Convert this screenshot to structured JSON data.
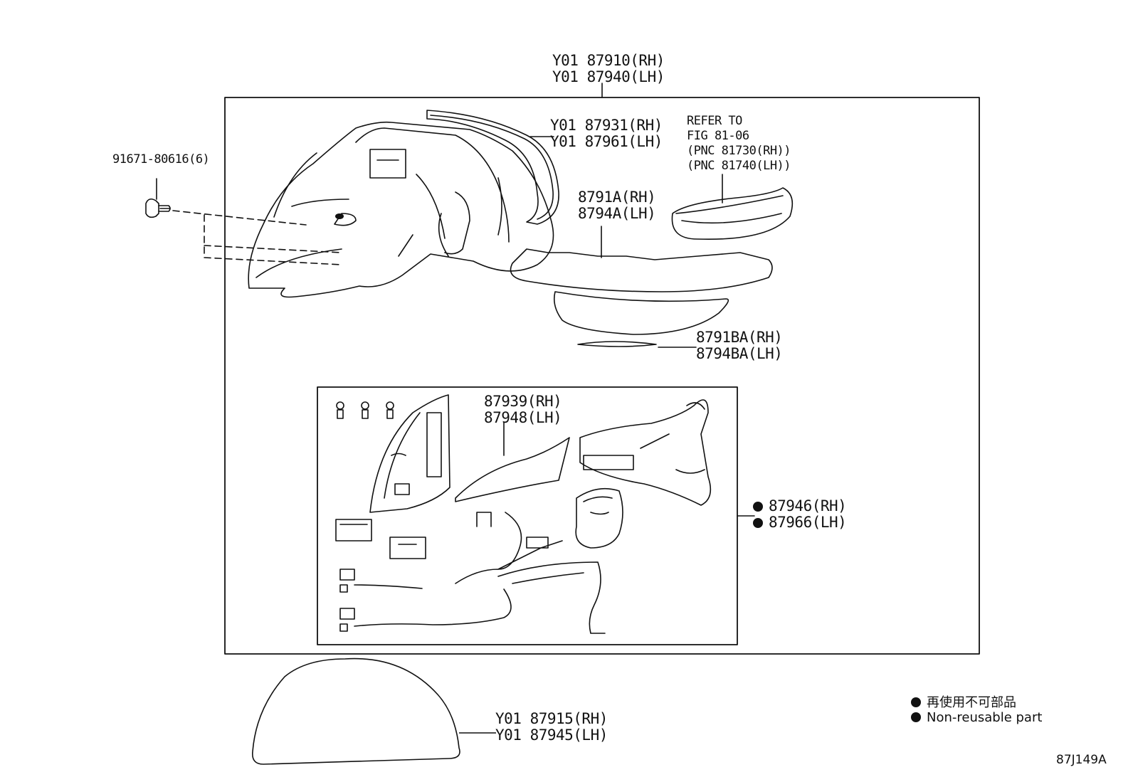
{
  "callouts": {
    "assembly_rh": "Y01 87910(RH)",
    "assembly_lh": "Y01 87940(LH)",
    "bolt": "91671-80616(6)",
    "mirror_rh": "Y01 87931(RH)",
    "mirror_lh": "Y01 87961(LH)",
    "refer_1": "REFER TO",
    "refer_2": "FIG 81-06",
    "refer_3": "(PNC 81730(RH))",
    "refer_4": "(PNC 81740(LH))",
    "cover_rh": "8791A(RH)",
    "cover_lh": "8794A(LH)",
    "clip_rh": "8791BA(RH)",
    "clip_lh": "8794BA(LH)",
    "garnish_rh": "87939(RH)",
    "garnish_lh": "87948(LH)",
    "motor_rh": "87946(RH)",
    "motor_lh": "87966(LH)",
    "outer_cover_rh": "Y01 87915(RH)",
    "outer_cover_lh": "Y01 87945(LH)"
  },
  "legend": {
    "item_jp": "再使用不可部品",
    "item_en": "Non-reusable part"
  },
  "figure_code": "87J149A"
}
